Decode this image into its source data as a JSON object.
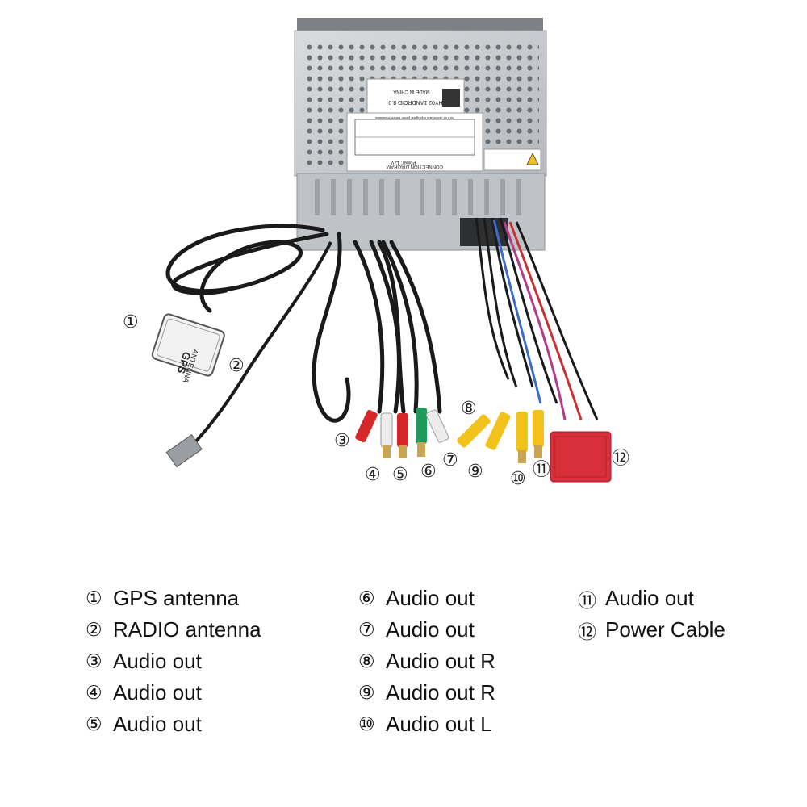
{
  "unit_label": {
    "model": "HY02 1ANDROID 8.0",
    "made_in": "MADE IN CHINA",
    "diagram_title": "CONNECTION DIAGRAM",
    "power": "Power: 12V",
    "warning": "Turn off device and unplug the power before installation"
  },
  "gps_module": {
    "title": "GPS",
    "subtitle": "ANTENNA"
  },
  "markers": [
    "①",
    "②",
    "③",
    "④",
    "⑤",
    "⑥",
    "⑦",
    "⑧",
    "⑨",
    "⑩",
    "⑪",
    "⑫"
  ],
  "legend": {
    "col1": [
      {
        "num": "①",
        "label": "GPS antenna"
      },
      {
        "num": "②",
        "label": "RADIO antenna"
      },
      {
        "num": "③",
        "label": "Audio out"
      },
      {
        "num": "④",
        "label": "Audio out"
      },
      {
        "num": "⑤",
        "label": "Audio out"
      }
    ],
    "col2": [
      {
        "num": "⑥",
        "label": "Audio out"
      },
      {
        "num": "⑦",
        "label": "Audio out"
      },
      {
        "num": "⑧",
        "label": "Audio out R"
      },
      {
        "num": "⑨",
        "label": "Audio out R"
      },
      {
        "num": "⑩",
        "label": "Audio out L"
      }
    ],
    "col3": [
      {
        "num": "⑪",
        "label": "Audio out"
      },
      {
        "num": "⑫",
        "label": "Power Cable"
      }
    ]
  },
  "colors": {
    "chassis": "#c9cccf",
    "cable": "#1a1a1a",
    "rca_red": "#d62828",
    "rca_white": "#ececec",
    "rca_green": "#1f9a5a",
    "rca_yellow": "#f2c21b",
    "power_connector": "#d8303a"
  }
}
